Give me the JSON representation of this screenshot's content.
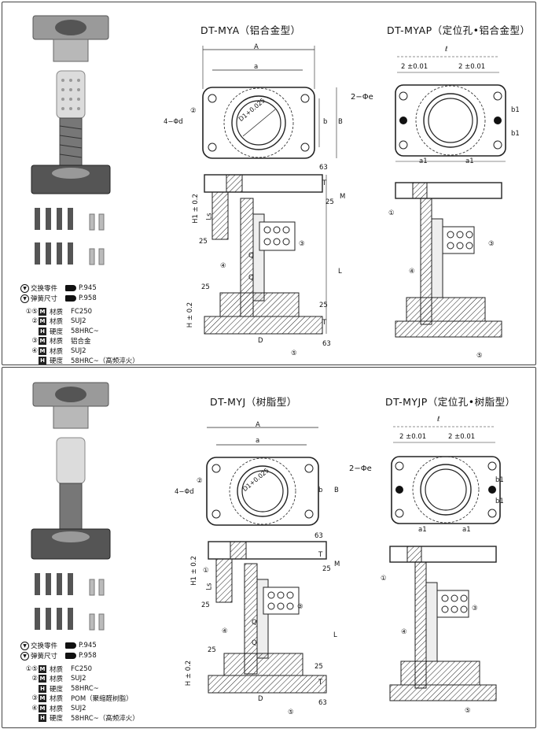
{
  "top": {
    "title_left": "DT-MYA（铝合金型）",
    "title_right": "DT-MYAP（定位孔•铝合金型）",
    "legend": {
      "ref1_label": "交换零件",
      "ref1_page": "P.945",
      "ref2_label": "弹簧尺寸",
      "ref2_page": "P.958",
      "rows": [
        {
          "num": "①⑤",
          "badge": "M",
          "label": "材质",
          "value": "FC250"
        },
        {
          "num": "②",
          "badge": "M",
          "label": "材质",
          "value": "SUJ2"
        },
        {
          "num": "",
          "badge": "H",
          "label": "硬度",
          "value": "58HRC~"
        },
        {
          "num": "③",
          "badge": "M",
          "label": "材质",
          "value": "铝合金"
        },
        {
          "num": "④",
          "badge": "M",
          "label": "材质",
          "value": "SUJ2"
        },
        {
          "num": "",
          "badge": "H",
          "label": "硬度",
          "value": "58HRC~（高频淬火）"
        }
      ]
    }
  },
  "bottom": {
    "title_left": "DT-MYJ（树脂型）",
    "title_right": "DT-MYJP（定位孔•树脂型）",
    "legend": {
      "ref1_label": "交换零件",
      "ref1_page": "P.945",
      "ref2_label": "弹簧尺寸",
      "ref2_page": "P.958",
      "rows": [
        {
          "num": "①⑤",
          "badge": "M",
          "label": "材质",
          "value": "FC250"
        },
        {
          "num": "②",
          "badge": "M",
          "label": "材质",
          "value": "SUJ2"
        },
        {
          "num": "",
          "badge": "H",
          "label": "硬度",
          "value": "58HRC~"
        },
        {
          "num": "③",
          "badge": "M",
          "label": "材质",
          "value": "POM（聚缩醛树脂）"
        },
        {
          "num": "④",
          "badge": "M",
          "label": "材质",
          "value": "SUJ2"
        },
        {
          "num": "",
          "badge": "H",
          "label": "硬度",
          "value": "58HRC~（高频淬火）"
        }
      ]
    }
  },
  "dims": {
    "A": "A",
    "a": "a",
    "b": "b",
    "B": "B",
    "holes": "4−Φd",
    "bore": "D1+0.025",
    "pin": "2−Φe",
    "l": "ℓ",
    "half_l": "ℓ",
    "tol": "2 ±0.01",
    "a1": "a1",
    "b1": "b1",
    "t63": "63",
    "T": "T",
    "M": "M",
    "d25": "25",
    "H": "H ± 0.2",
    "H1": "H1 ± 0.2",
    "Ls": "Ls",
    "L": "L",
    "D": "D",
    "Q": "Q",
    "c1": "①",
    "c2": "②",
    "c3": "③",
    "c4": "④",
    "c5": "⑤"
  }
}
